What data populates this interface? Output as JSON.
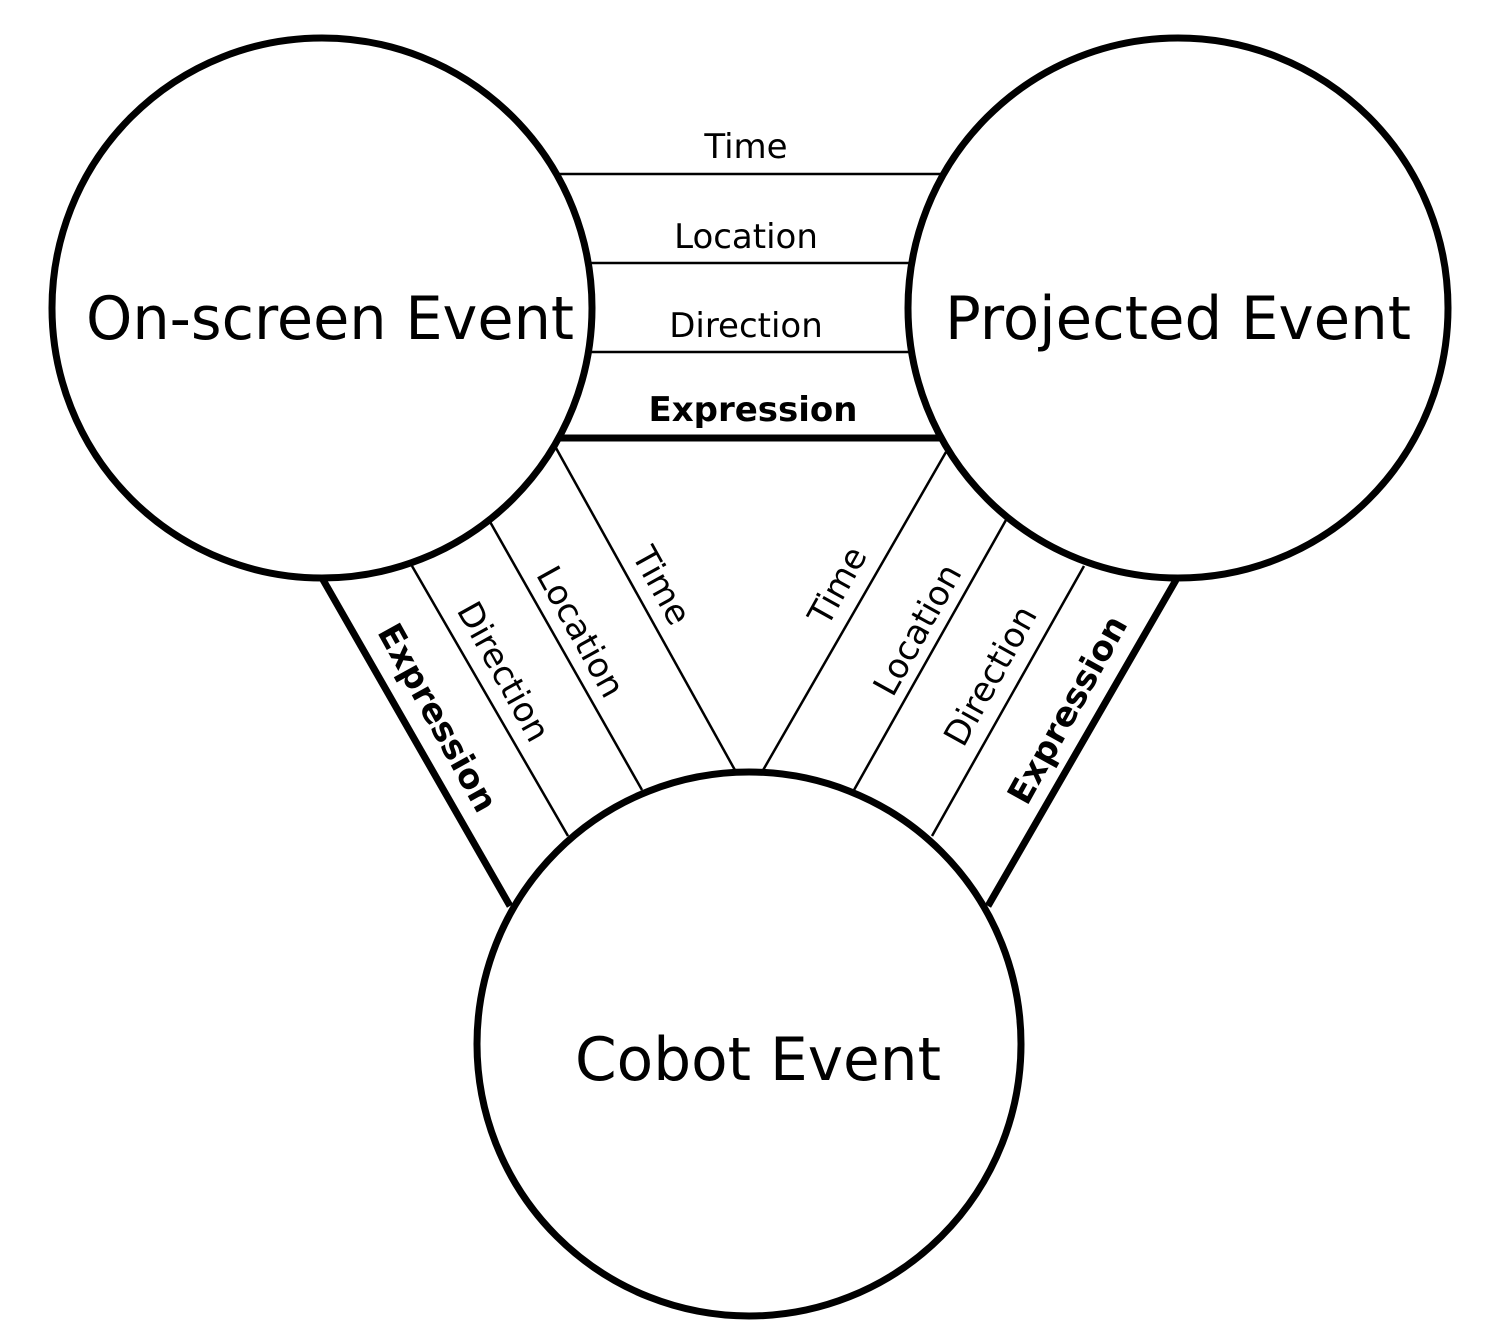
{
  "nodes": {
    "onscreen": {
      "label": "On-screen Event"
    },
    "projected": {
      "label": "Projected Event"
    },
    "cobot": {
      "label": "Cobot Event"
    }
  },
  "links": {
    "top": {
      "time": "Time",
      "location": "Location",
      "direction": "Direction",
      "expression": "Expression"
    },
    "left": {
      "time": "Time",
      "location": "Location",
      "direction": "Direction",
      "expression": "Expression"
    },
    "right": {
      "time": "Time",
      "location": "Location",
      "direction": "Direction",
      "expression": "Expression"
    }
  }
}
